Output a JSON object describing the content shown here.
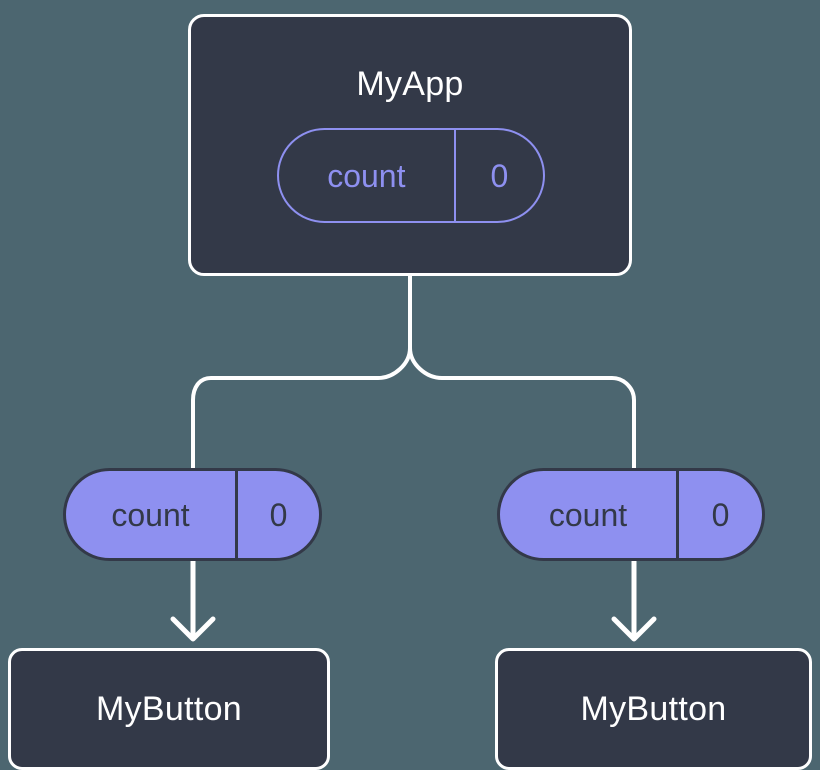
{
  "diagram": {
    "type": "component-state-tree",
    "background_color": "#4c6670",
    "colors": {
      "node_fill": "#333948",
      "node_border": "#ffffff",
      "node_text": "#ffffff",
      "accent_purple": "#8e90f0",
      "pill_text_on_fill": "#333948",
      "edge": "#ffffff",
      "arrow": "#ffffff"
    },
    "root": {
      "title": "MyApp",
      "state": {
        "key": "count",
        "value": "0"
      }
    },
    "props": [
      {
        "key": "count",
        "value": "0"
      },
      {
        "key": "count",
        "value": "0"
      }
    ],
    "children": [
      {
        "title": "MyButton"
      },
      {
        "title": "MyButton"
      }
    ],
    "edges": {
      "tree_connector_name": "branch-connector",
      "arrow_name": "prop-flow-arrow"
    }
  }
}
